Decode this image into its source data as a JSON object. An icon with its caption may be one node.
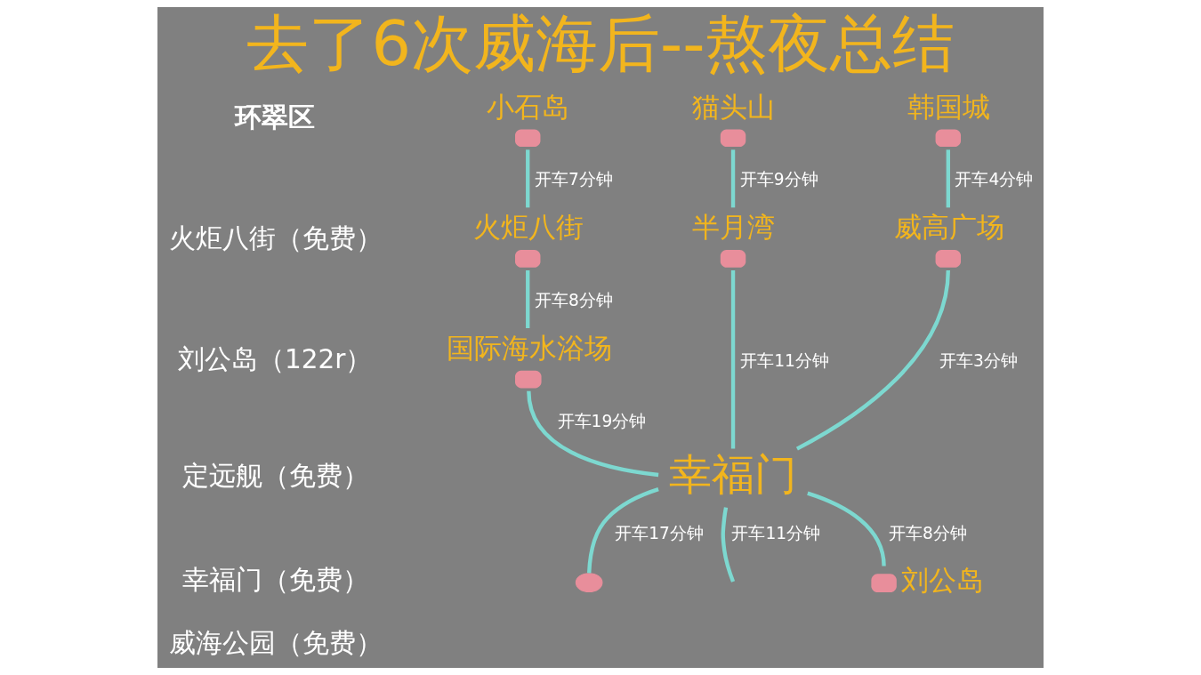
{
  "diagram": {
    "title": "去了6次威海后--熬夜总结",
    "nodes": [
      {
        "text": [
          "小石岛"
        ]
      },
      {
        "text": [
          "猫头山"
        ]
      },
      {
        "text": [
          "韩国城"
        ]
      },
      {
        "text": [
          "火炬八街"
        ]
      },
      {
        "text": [
          "半月湾"
        ]
      },
      {
        "text": [
          "威高广场"
        ]
      },
      {
        "text": [
          "国际海水浴场"
        ]
      },
      {
        "text": [
          "幸福门"
        ]
      },
      {
        "text": [
          "刘公岛"
        ]
      },
      {
        "text": [],
        "shape": "circle"
      }
    ],
    "edges": [
      {
        "from": 0,
        "to": 3,
        "arrow": "none",
        "label": "开车7分钟"
      },
      {
        "from": 1,
        "to": 4,
        "arrow": "none",
        "label": "开车9分钟"
      },
      {
        "from": 2,
        "to": 5,
        "arrow": "none",
        "label": "开车4分钟"
      },
      {
        "from": 3,
        "to": 6,
        "arrow": "none",
        "label": "开车8分钟"
      },
      {
        "from": 4,
        "to": 7,
        "arrow": "none",
        "label": "开车11分钟"
      },
      {
        "from": 6,
        "to": 7,
        "arrow": "none",
        "label": "开车19分钟"
      },
      {
        "from": 5,
        "to": 7,
        "arrow": "none",
        "label": "开车3分钟"
      },
      {
        "from": 7,
        "to": 8,
        "arrow": "none",
        "label": "开车8分钟"
      },
      {
        "from": 7,
        "to": 9,
        "arrow": "none",
        "label": "开车17分钟"
      },
      {
        "from": 7,
        "to": null,
        "arrow": "none",
        "label": "开车11分钟"
      }
    ],
    "labels": [
      "环翠区",
      "火炬八街（免费）",
      "刘公岛（122r）",
      "定远舰（免费）",
      "幸福门（免费）",
      "威海公园（免费）"
    ]
  }
}
